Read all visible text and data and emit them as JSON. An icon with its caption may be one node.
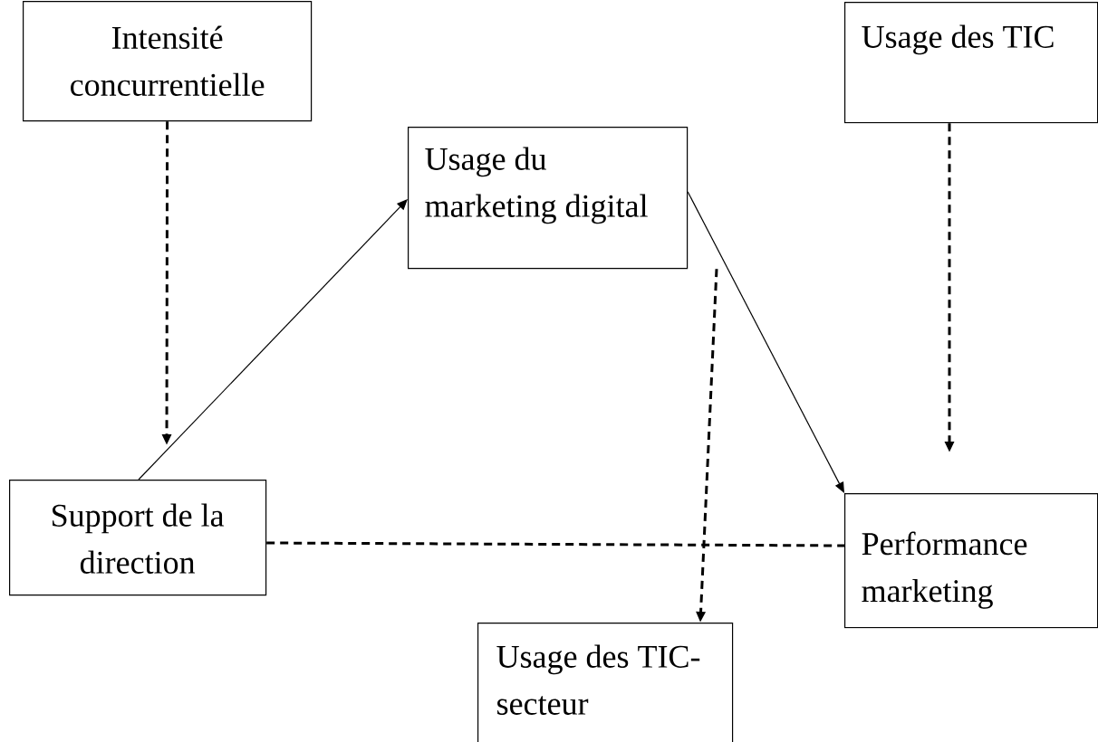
{
  "diagram": {
    "nodes": [
      {
        "text": [
          "Intensité concurrentielle"
        ]
      },
      {
        "text": [
          "Usage des TIC"
        ]
      },
      {
        "text": [
          "Usage du marketing digital"
        ]
      },
      {
        "text": [
          "Support de la direction"
        ]
      },
      {
        "text": [
          "Performance marketing"
        ]
      },
      {
        "text": [
          "Usage des TIC-secteur"
        ]
      }
    ],
    "edges": [
      {
        "from": 0,
        "to": null,
        "arrow": "to",
        "style": "dashed"
      },
      {
        "from": 3,
        "to": 2,
        "arrow": "to"
      },
      {
        "from": 2,
        "to": 4,
        "arrow": "to"
      },
      {
        "from": 1,
        "to": null,
        "arrow": "to",
        "style": "dashed"
      },
      {
        "from": 3,
        "to": 4,
        "arrow": "none",
        "style": "dashed"
      },
      {
        "from": 2,
        "to": 5,
        "arrow": "to",
        "style": "dashed"
      }
    ]
  }
}
